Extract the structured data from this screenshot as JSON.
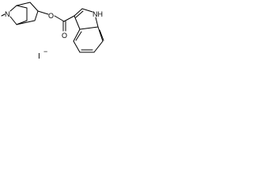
{
  "molecule": {
    "atoms": {
      "n_tropane": "N",
      "o_ester": "O",
      "o_carbonyl": "O",
      "nh_indole": "NH",
      "iodide": "I"
    },
    "charges": {
      "iodide": "−"
    },
    "colors": {
      "bond": "#000000",
      "label": "#000000",
      "background": "#ffffff"
    }
  }
}
